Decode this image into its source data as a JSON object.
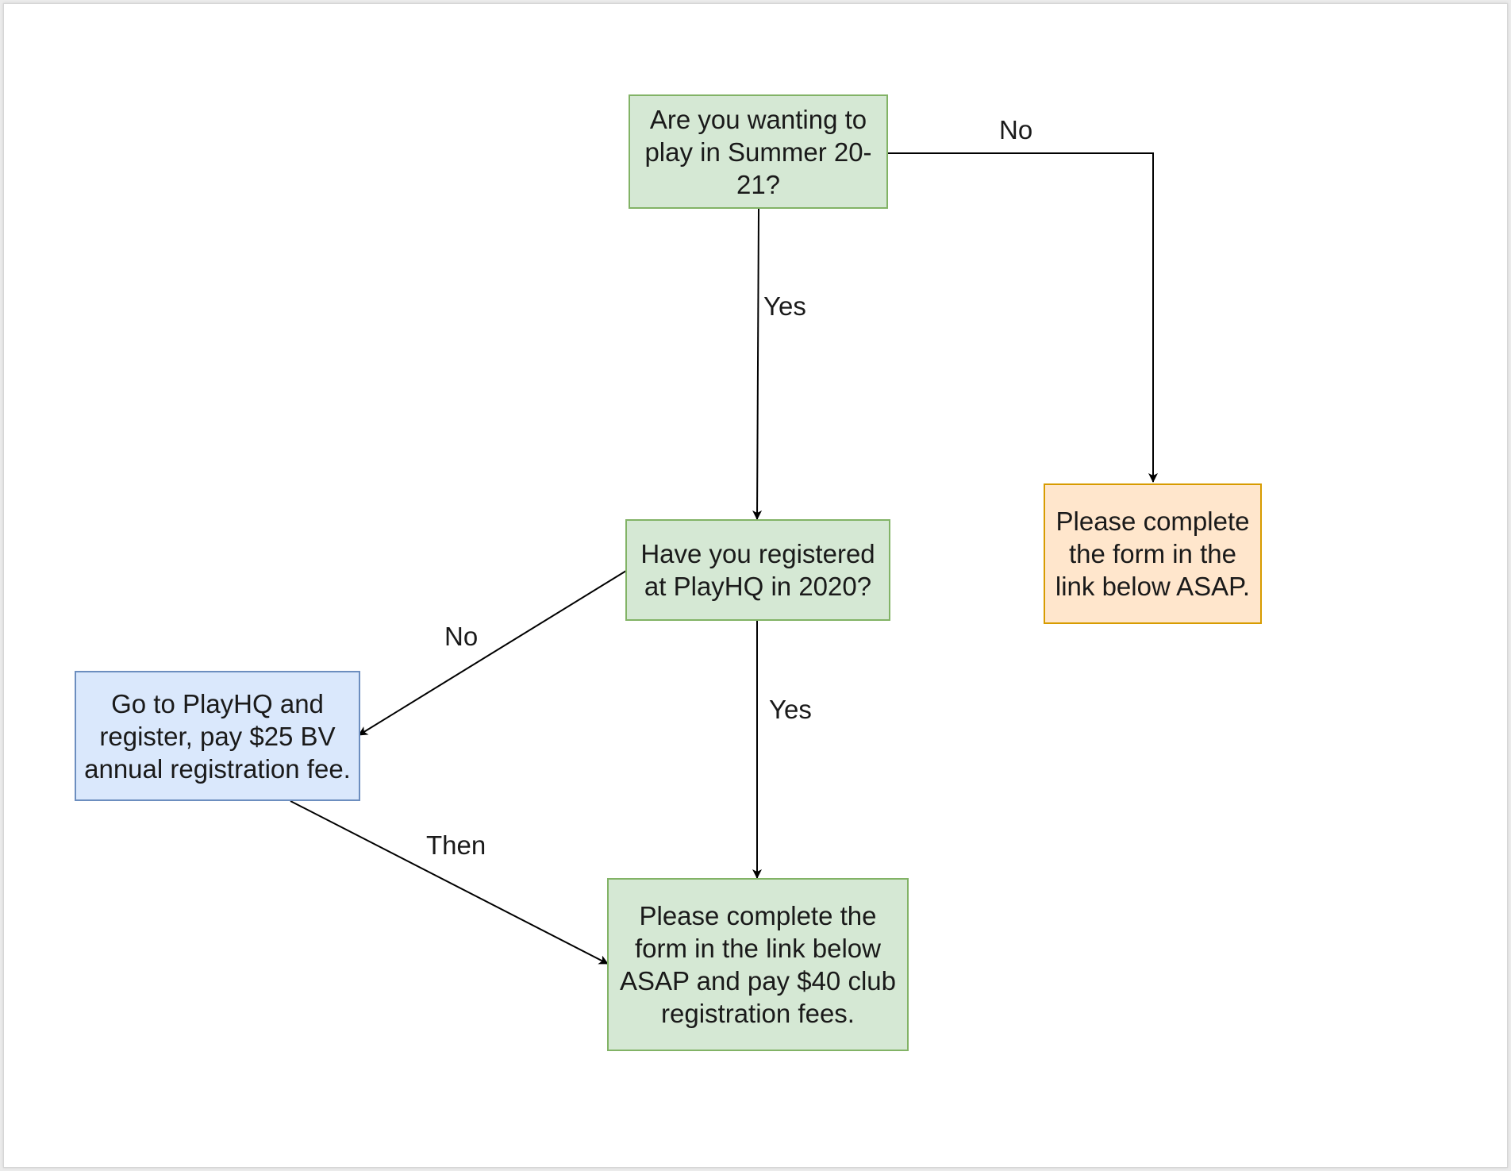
{
  "diagram": {
    "colors": {
      "question_fill": "#d5e8d4",
      "question_stroke": "#82b366",
      "action_fill": "#dae8fc",
      "action_stroke": "#6c8ebf",
      "warning_fill": "#ffe6cc",
      "warning_stroke": "#d79b00",
      "edge": "#000000"
    },
    "nodes": {
      "q_summer": "Are you wanting to play in Summer 20-21?",
      "q_registered": "Have you registered at PlayHQ in 2020?",
      "a_playhq": "Go to PlayHQ and register, pay $25 BV annual registration fee.",
      "a_club_fee": "Please complete the form in the link below ASAP and pay $40 club registration fees.",
      "a_form_only": "Please complete the form in the link below ASAP."
    },
    "edges": {
      "summer_no": "No",
      "summer_yes": "Yes",
      "registered_no": "No",
      "registered_yes": "Yes",
      "playhq_then": "Then"
    }
  }
}
